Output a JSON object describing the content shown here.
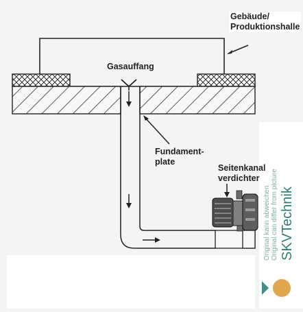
{
  "labels": {
    "building": [
      "Gebäude/",
      "Produktionshalle"
    ],
    "gas_collector": "Gasauffang",
    "foundation": [
      "Fundament-",
      "plate"
    ],
    "compressor": [
      "Seitenkanal",
      "verdichter"
    ]
  },
  "watermark": {
    "brand": "SKVTechnik",
    "notice_de": "Original kann abweichen",
    "notice_en": "Original can differ from picture",
    "brand_color": "#2f7f74",
    "logo_triangle_color": "#3f8e88",
    "logo_circle_color": "#e2a64e"
  }
}
